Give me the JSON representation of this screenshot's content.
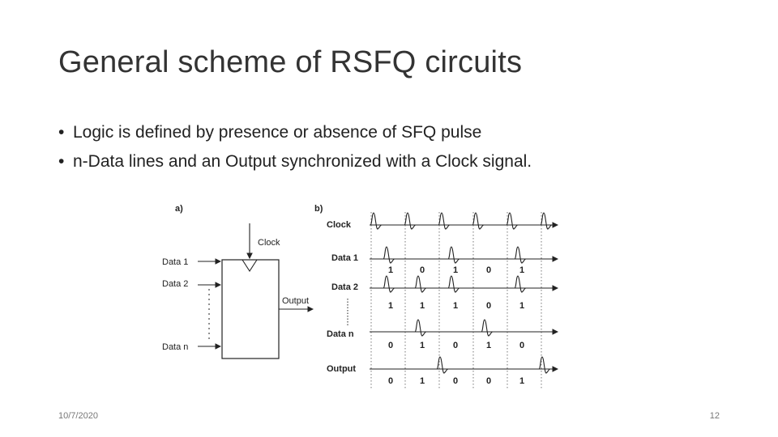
{
  "slide": {
    "title": "General scheme of RSFQ circuits",
    "bullets": [
      "Logic is defined by presence or absence of SFQ pulse",
      "n-Data lines and an Output synchronized with a Clock signal."
    ],
    "footer_date": "10/7/2020",
    "page_number": "12"
  },
  "figure": {
    "panel_a": {
      "label": "a)",
      "clock_label": "Clock",
      "inputs": [
        "Data 1",
        "Data 2",
        "Data n"
      ],
      "output_label": "Output"
    },
    "panel_b": {
      "label": "b)",
      "clock_label": "Clock",
      "rows": [
        {
          "name": "Data 1",
          "bits": [
            "1",
            "0",
            "1",
            "0",
            "1"
          ]
        },
        {
          "name": "Data 2",
          "bits": [
            "1",
            "1",
            "1",
            "0",
            "1"
          ]
        },
        {
          "name": "Data n",
          "bits": [
            "0",
            "1",
            "0",
            "1",
            "0"
          ]
        },
        {
          "name": "Output",
          "bits": [
            "0",
            "1",
            "0",
            "0",
            "1"
          ]
        }
      ]
    }
  }
}
